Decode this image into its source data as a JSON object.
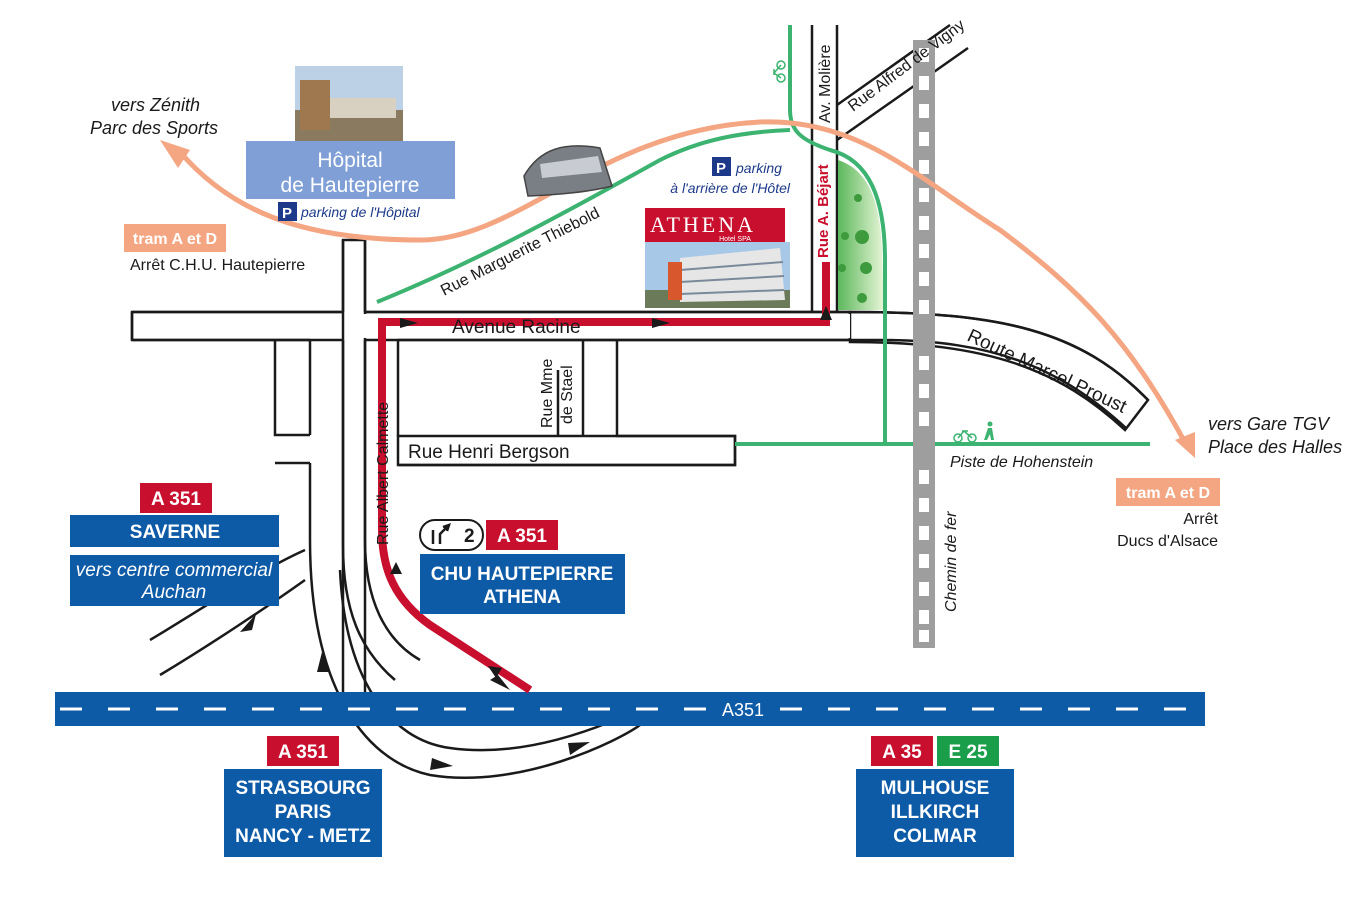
{
  "places": {
    "zenith_line1": "vers Zénith",
    "zenith_line2": "Parc des Sports",
    "hopital_line1": "Hôpital",
    "hopital_line2": "de Hautepierre",
    "parking_hopital": "parking de l'Hôpital",
    "parking_hotel_line1": "parking",
    "parking_hotel_line2": "à l'arrière de l'Hôtel",
    "parking_symbol": "P",
    "hotel_name": "ATHENA",
    "hotel_sub": "Hotel SPA",
    "gare_line1": "vers Gare TGV",
    "gare_line2": "Place des Halles"
  },
  "tram": {
    "left_badge": "tram A et D",
    "left_stop": "Arrêt C.H.U. Hautepierre",
    "right_badge": "tram A et D",
    "right_stop_line1": "Arrêt",
    "right_stop_line2": "Ducs d'Alsace"
  },
  "streets": {
    "av_moliere": "Av. Molière",
    "alfred_de_vigny": "Rue Alfred de Vigny",
    "marguerite_thiebold": "Rue Marguerite Thiebold",
    "avenue_racine": "Avenue Racine",
    "rue_bejart": "Rue A. Béjart",
    "marcel_proust": "Route Marcel Proust",
    "mme_stael_line1": "Rue Mme",
    "mme_stael_line2": "de Stael",
    "henri_bergson": "Rue Henri Bergson",
    "albert_calmette": "Rue Albert Calmette",
    "piste_hohenstein": "Piste de Hohenstein",
    "chemin_de_fer": "Chemin de fer",
    "a351_label": "A351"
  },
  "signs": {
    "saverne_route": "A 351",
    "saverne_dest": "SAVERNE",
    "auchan_line1": "vers centre commercial",
    "auchan_line2": "Auchan",
    "exit_number": "2",
    "chu_route": "A 351",
    "chu_line1": "CHU HAUTEPIERRE",
    "chu_line2": "ATHENA",
    "strasbourg_route": "A 351",
    "strasbourg_line1": "STRASBOURG",
    "strasbourg_line2": "PARIS",
    "strasbourg_line3": "NANCY - METZ",
    "mulhouse_route1": "A 35",
    "mulhouse_route2": "E 25",
    "mulhouse_line1": "MULHOUSE",
    "mulhouse_line2": "ILLKIRCH",
    "mulhouse_line3": "COLMAR"
  },
  "colors": {
    "route_red": "#c8102e",
    "motorway_blue": "#0d5aa7",
    "sign_blue": "#0d5aa7",
    "green_path": "#3cb371",
    "tram_orange": "#f4a582",
    "hopital_blue": "#7f9fd6",
    "park_green": "#b4dc8c",
    "rail_grey": "#9e9e9e"
  }
}
